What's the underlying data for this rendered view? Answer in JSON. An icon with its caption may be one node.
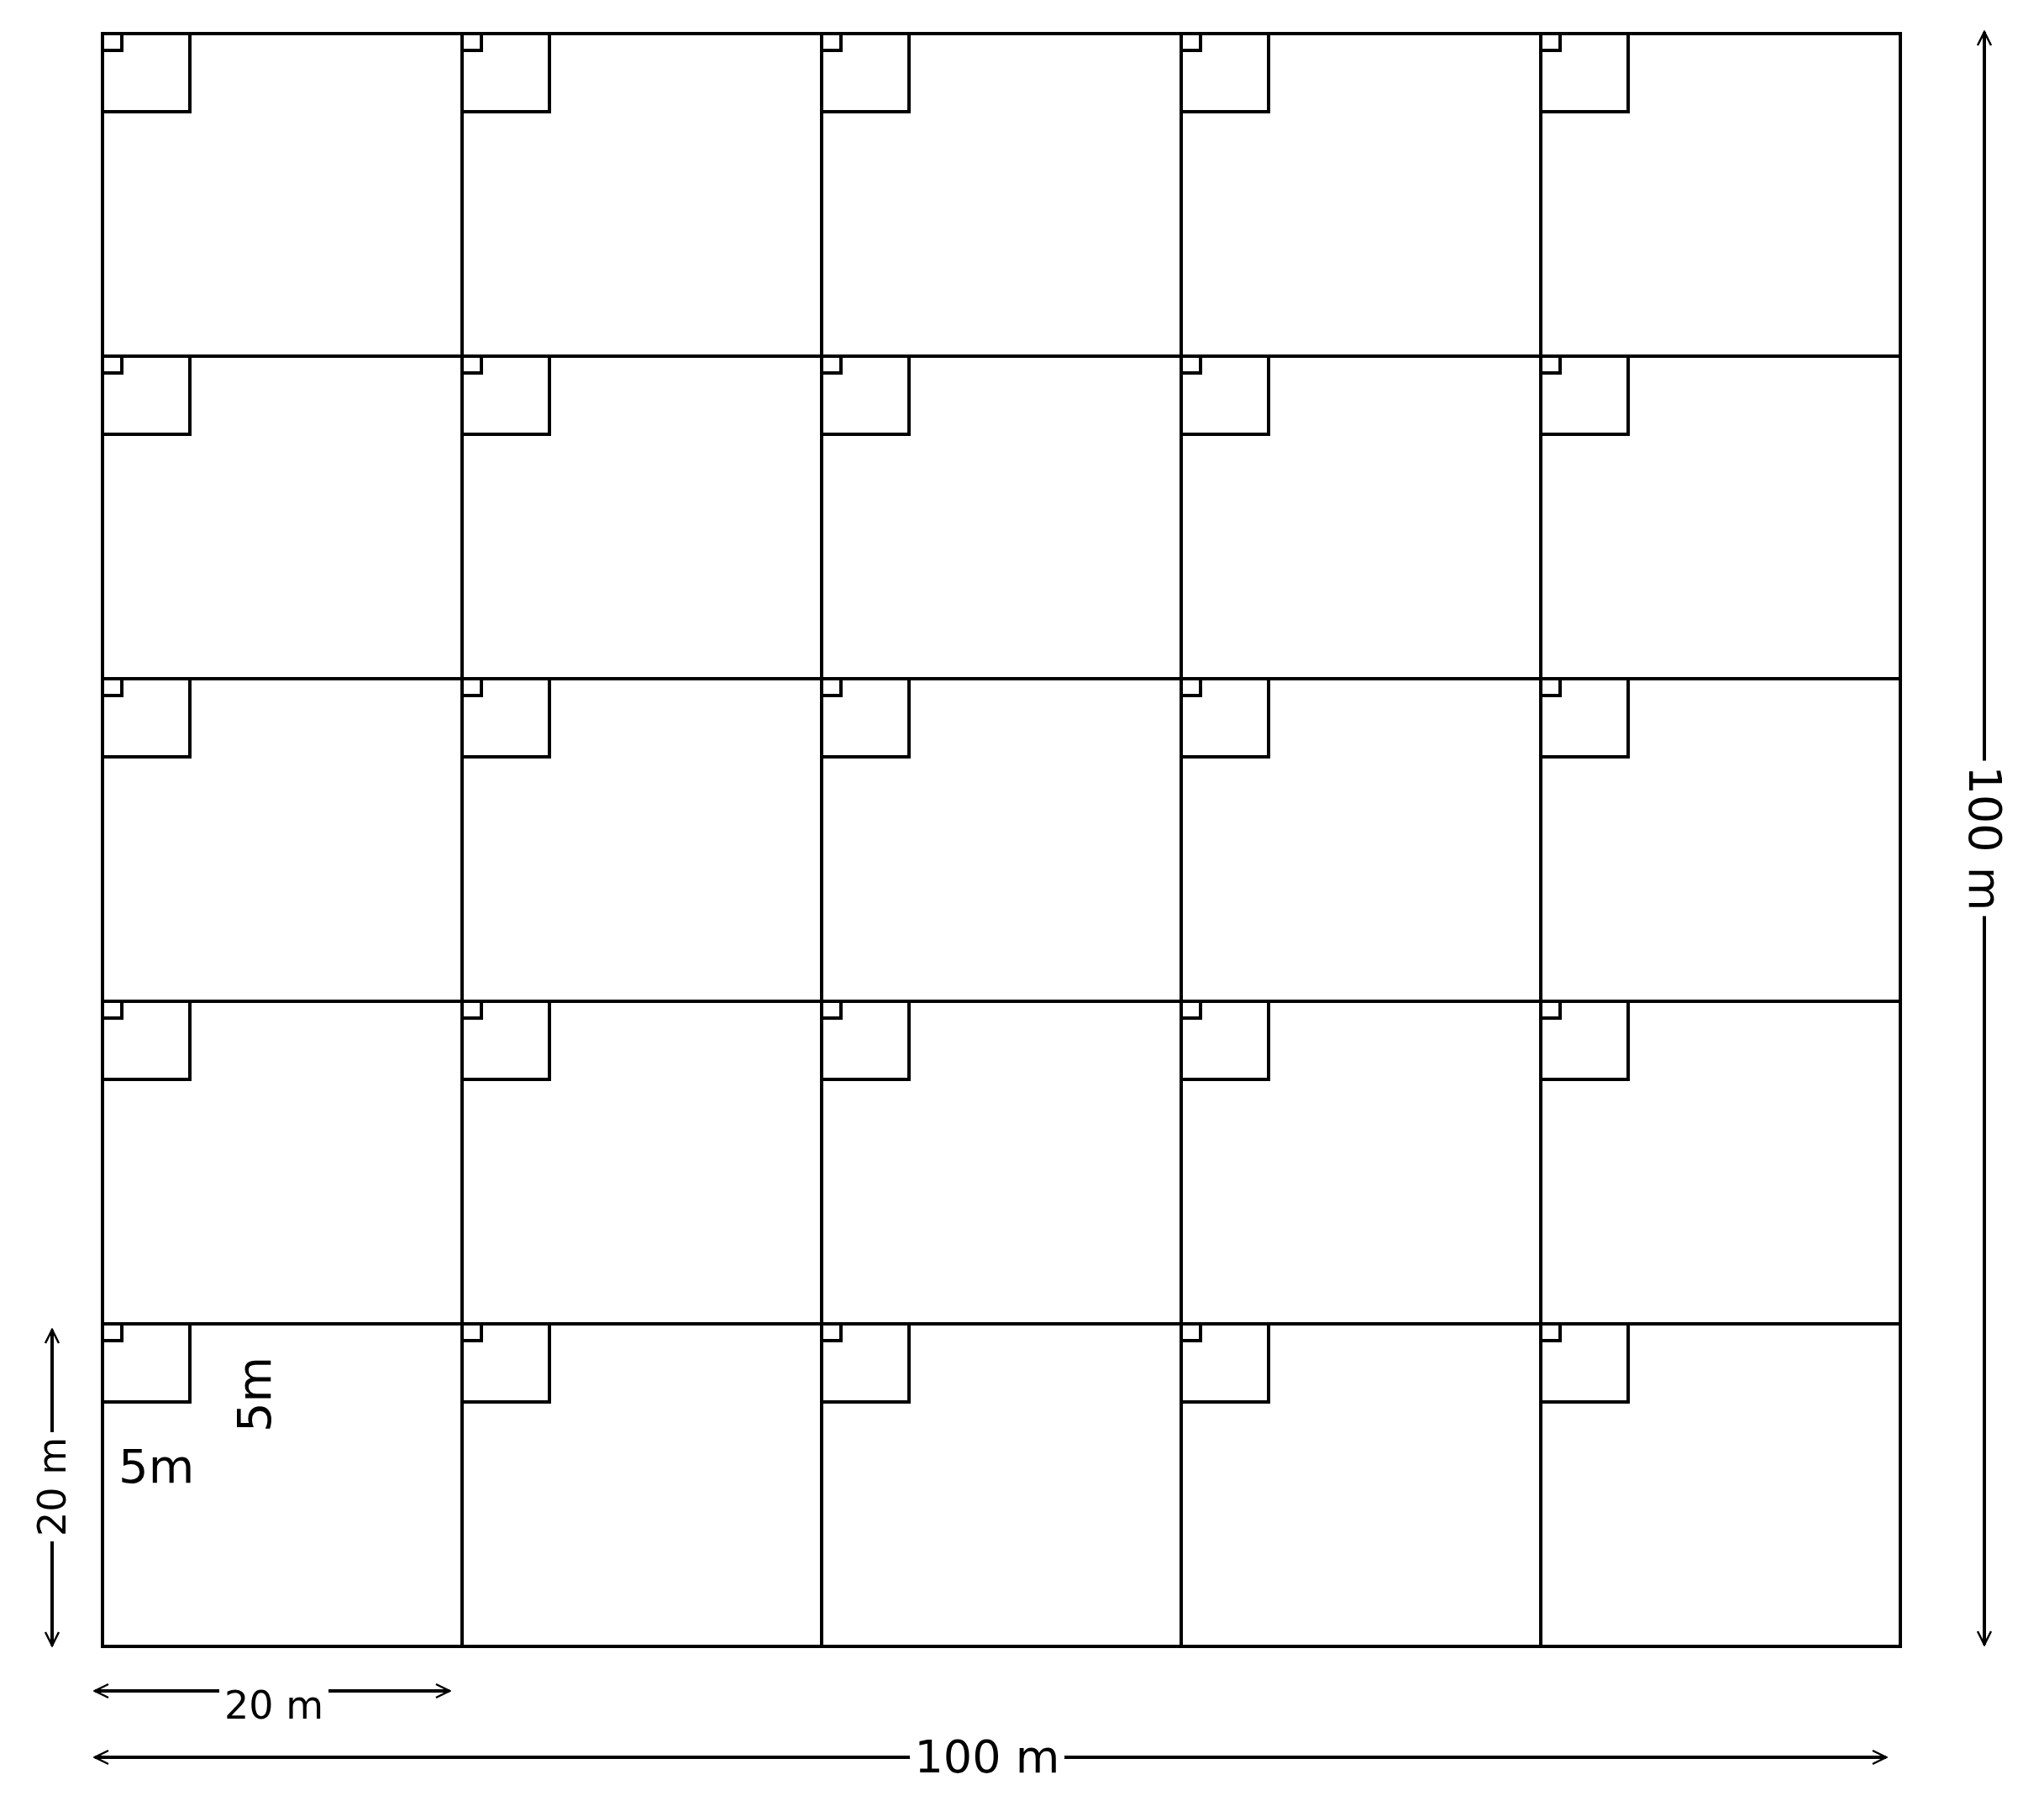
{
  "diagram": {
    "nodes": [
      {
        "text": [],
        "shape": "box"
      },
      {
        "text": [],
        "shape": "box",
        "in": 0
      },
      {
        "text": [],
        "shape": "box",
        "in": 1
      },
      {
        "text": [],
        "shape": "box"
      },
      {
        "text": [],
        "shape": "box",
        "in": 3
      },
      {
        "text": [],
        "shape": "box",
        "in": 4
      },
      {
        "text": [],
        "shape": "box"
      },
      {
        "text": [],
        "shape": "box",
        "in": 6
      },
      {
        "text": [],
        "shape": "box",
        "in": 7
      },
      {
        "text": [],
        "shape": "box"
      },
      {
        "text": [],
        "shape": "box",
        "in": 9
      },
      {
        "text": [],
        "shape": "box",
        "in": 10
      },
      {
        "text": [],
        "shape": "box"
      },
      {
        "text": [],
        "shape": "box",
        "in": 12
      },
      {
        "text": [],
        "shape": "box",
        "in": 13
      },
      {
        "text": [],
        "shape": "box"
      },
      {
        "text": [],
        "shape": "box",
        "in": 15
      },
      {
        "text": [],
        "shape": "box",
        "in": 16
      },
      {
        "text": [],
        "shape": "box"
      },
      {
        "text": [],
        "shape": "box",
        "in": 18
      },
      {
        "text": [],
        "shape": "box",
        "in": 19
      },
      {
        "text": [],
        "shape": "box"
      },
      {
        "text": [],
        "shape": "box",
        "in": 21
      },
      {
        "text": [],
        "shape": "box",
        "in": 22
      },
      {
        "text": [],
        "shape": "box"
      },
      {
        "text": [],
        "shape": "box",
        "in": 24
      },
      {
        "text": [],
        "shape": "box",
        "in": 25
      },
      {
        "text": [],
        "shape": "box"
      },
      {
        "text": [],
        "shape": "box",
        "in": 27
      },
      {
        "text": [],
        "shape": "box",
        "in": 28
      },
      {
        "text": [],
        "shape": "box"
      },
      {
        "text": [],
        "shape": "box",
        "in": 30
      },
      {
        "text": [],
        "shape": "box",
        "in": 31
      },
      {
        "text": [],
        "shape": "box"
      },
      {
        "text": [],
        "shape": "box",
        "in": 33
      },
      {
        "text": [],
        "shape": "box",
        "in": 34
      },
      {
        "text": [],
        "shape": "box"
      },
      {
        "text": [],
        "shape": "box",
        "in": 36
      },
      {
        "text": [],
        "shape": "box",
        "in": 37
      },
      {
        "text": [],
        "shape": "box"
      },
      {
        "text": [],
        "shape": "box",
        "in": 39
      },
      {
        "text": [],
        "shape": "box",
        "in": 40
      },
      {
        "text": [],
        "shape": "box"
      },
      {
        "text": [],
        "shape": "box",
        "in": 42
      },
      {
        "text": [],
        "shape": "box",
        "in": 43
      },
      {
        "text": [],
        "shape": "box"
      },
      {
        "text": [],
        "shape": "box",
        "in": 45
      },
      {
        "text": [],
        "shape": "box",
        "in": 46
      },
      {
        "text": [],
        "shape": "box"
      },
      {
        "text": [],
        "shape": "box",
        "in": 48
      },
      {
        "text": [],
        "shape": "box",
        "in": 49
      },
      {
        "text": [],
        "shape": "box"
      },
      {
        "text": [],
        "shape": "box",
        "in": 51
      },
      {
        "text": [],
        "shape": "box",
        "in": 52
      },
      {
        "text": [],
        "shape": "box"
      },
      {
        "text": [],
        "shape": "box",
        "in": 54
      },
      {
        "text": [],
        "shape": "box",
        "in": 55
      },
      {
        "text": [],
        "shape": "box"
      },
      {
        "text": [],
        "shape": "box",
        "in": 57
      },
      {
        "text": [],
        "shape": "box",
        "in": 58
      },
      {
        "text": [],
        "shape": "box"
      },
      {
        "text": [],
        "shape": "box",
        "in": 60
      },
      {
        "text": [],
        "shape": "box",
        "in": 61
      },
      {
        "text": [],
        "shape": "box"
      },
      {
        "text": [],
        "shape": "box",
        "in": 63
      },
      {
        "text": [],
        "shape": "box",
        "in": 64
      },
      {
        "text": [],
        "shape": "box"
      },
      {
        "text": [],
        "shape": "box",
        "in": 66
      },
      {
        "text": [],
        "shape": "box",
        "in": 67
      },
      {
        "text": [],
        "shape": "box"
      },
      {
        "text": [],
        "shape": "box",
        "in": 69
      },
      {
        "text": [],
        "shape": "box",
        "in": 70
      },
      {
        "text": [],
        "shape": "box"
      },
      {
        "text": [],
        "shape": "box",
        "in": 72
      },
      {
        "text": [],
        "shape": "box",
        "in": 73
      }
    ],
    "labels": [
      "100 m",
      "20 m",
      "5m",
      "5m",
      "20 m",
      "100 m"
    ]
  }
}
